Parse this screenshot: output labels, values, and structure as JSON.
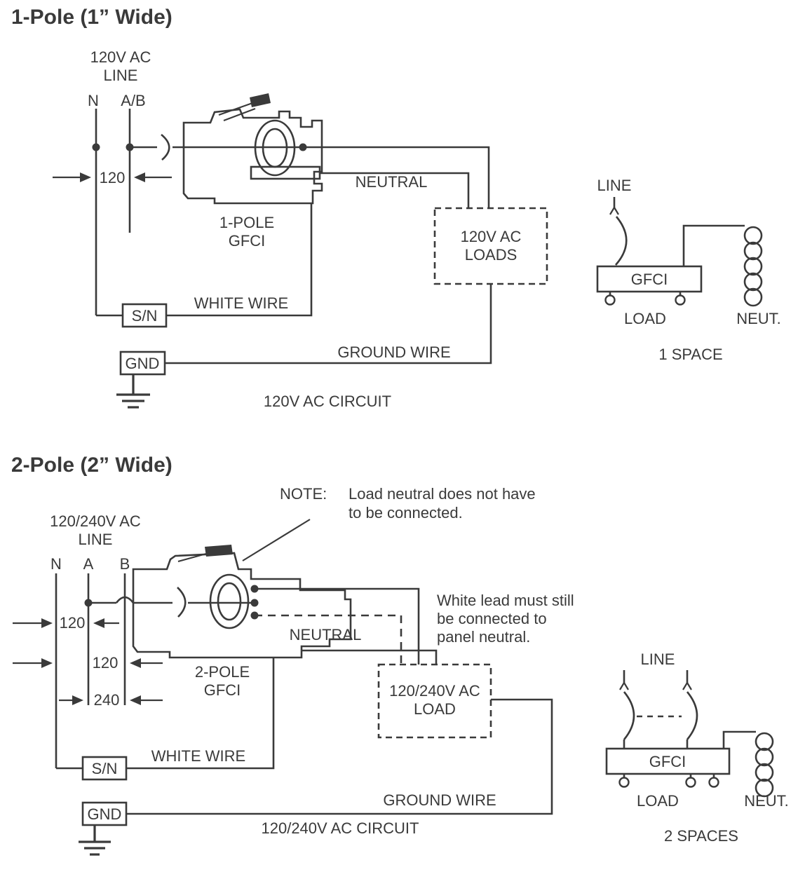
{
  "colors": {
    "ink": "#3a3a3a",
    "paper": "#ffffff"
  },
  "pole1": {
    "title": "1-Pole (1” Wide)",
    "supply_line1": "120V AC",
    "supply_line2": "LINE",
    "bus_neutral": "N",
    "bus_hot": "A/B",
    "voltage": "120",
    "breaker_line1": "1-POLE",
    "breaker_line2": "GFCI",
    "neutral_label": "NEUTRAL",
    "loads_line1": "120V AC",
    "loads_line2": "LOADS",
    "sn_label": "S/N",
    "white_wire_label": "WHITE WIRE",
    "gnd_label": "GND",
    "ground_wire_label": "GROUND WIRE",
    "caption": "120V AC CIRCUIT",
    "schematic": {
      "line": "LINE",
      "gfci": "GFCI",
      "load": "LOAD",
      "neut": "NEUT.",
      "spaces": "1 SPACE"
    }
  },
  "pole2": {
    "title": "2-Pole (2” Wide)",
    "note_label": "NOTE:",
    "note_line1": "Load neutral does not have",
    "note_line2": "to be connected.",
    "supply_line1": "120/240V AC",
    "supply_line2": "LINE",
    "bus_neutral": "N",
    "bus_a": "A",
    "bus_b": "B",
    "voltage_na": "120",
    "voltage_nb": "120",
    "voltage_ab": "240",
    "breaker_line1": "2-POLE",
    "breaker_line2": "GFCI",
    "neutral_label": "NEUTRAL",
    "white_lead_line1": "White lead must still",
    "white_lead_line2": "be connected to",
    "white_lead_line3": "panel neutral.",
    "load_line1": "120/240V AC",
    "load_line2": "LOAD",
    "sn_label": "S/N",
    "white_wire_label": "WHITE WIRE",
    "gnd_label": "GND",
    "ground_wire_label": "GROUND WIRE",
    "caption": "120/240V AC CIRCUIT",
    "schematic": {
      "line": "LINE",
      "gfci": "GFCI",
      "load": "LOAD",
      "neut": "NEUT.",
      "spaces": "2 SPACES"
    }
  }
}
